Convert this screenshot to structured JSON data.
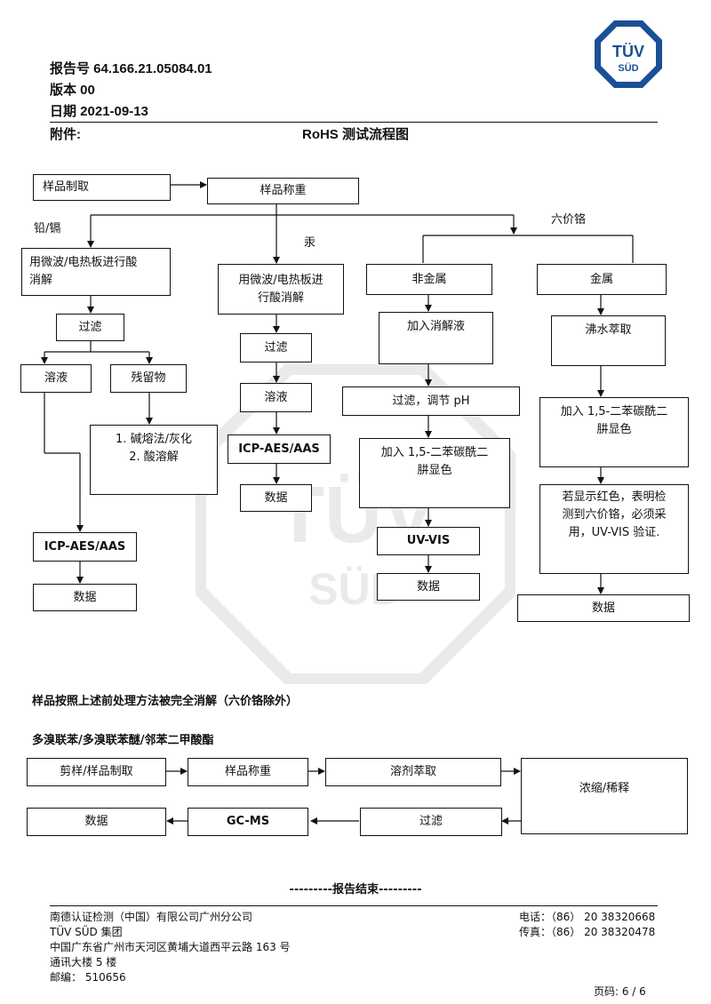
{
  "header": {
    "report_no": "报告号 64.166.21.05084.01",
    "version": "版本 00",
    "date": "日期 2021-09-13",
    "attachment": "附件:",
    "title": "RoHS 测试流程图"
  },
  "logo": {
    "top": "TÜV",
    "bottom": "SÜD",
    "color": "#1a4f96"
  },
  "flow1": {
    "sample_prep": "样品制取",
    "sample_weigh": "样品称重",
    "branch_pb_cd": "铅/镉",
    "branch_hg": "汞",
    "branch_cr6": "六价铬",
    "pbcd_digest": "用微波/电热板进行酸\n消解",
    "pbcd_filter": "过滤",
    "pbcd_solution": "溶液",
    "pbcd_residue": "残留物",
    "pbcd_residue_treat": "1. 碱熔法/灰化\n2. 酸溶解",
    "pbcd_icp": "ICP-AES/AAS",
    "pbcd_data": "数据",
    "hg_digest": "用微波/电热板进\n行酸消解",
    "hg_filter": "过滤",
    "hg_solution": "溶液",
    "hg_icp": "ICP-AES/AAS",
    "hg_data": "数据",
    "nonmetal": "非金属",
    "nm_extract": "加入消解液",
    "nm_filter": "过滤，调节 pH",
    "nm_color": "加入 1,5-二苯碳酰二\n肼显色",
    "nm_uvvis": "UV-VIS",
    "nm_data": "数据",
    "metal": "金属",
    "m_boil": "沸水萃取",
    "m_color": "加入 1,5-二苯碳酰二\n肼显色",
    "m_verify": "若显示红色，表明检\n测到六价铬，必须采\n用，UV-VIS 验证.",
    "m_data": "数据"
  },
  "note": "样品按照上述前处理方法被完全消解（六价铬除外）",
  "flow2": {
    "title": "多溴联苯/多溴联苯醚/邻苯二甲酸酯",
    "cut_prep": "剪样/样品制取",
    "weigh": "样品称重",
    "solvent_extract": "溶剂萃取",
    "concentrate": "浓缩/稀释",
    "filter": "过滤",
    "gcms": "GC-MS",
    "data": "数据"
  },
  "end_text": "---------报告结束---------",
  "footer": {
    "company": "南德认证检测（中国）有限公司广州分公司",
    "group": "TÜV SÜD 集团",
    "address1": "中国广东省广州市天河区黄埔大道西平云路 163 号",
    "address2": "通讯大楼 5 楼",
    "postcode": "邮编： 510656",
    "phone": "电话：（86） 20 38320668",
    "fax": "传真：（86） 20 38320478",
    "page": "页码: 6 / 6"
  }
}
